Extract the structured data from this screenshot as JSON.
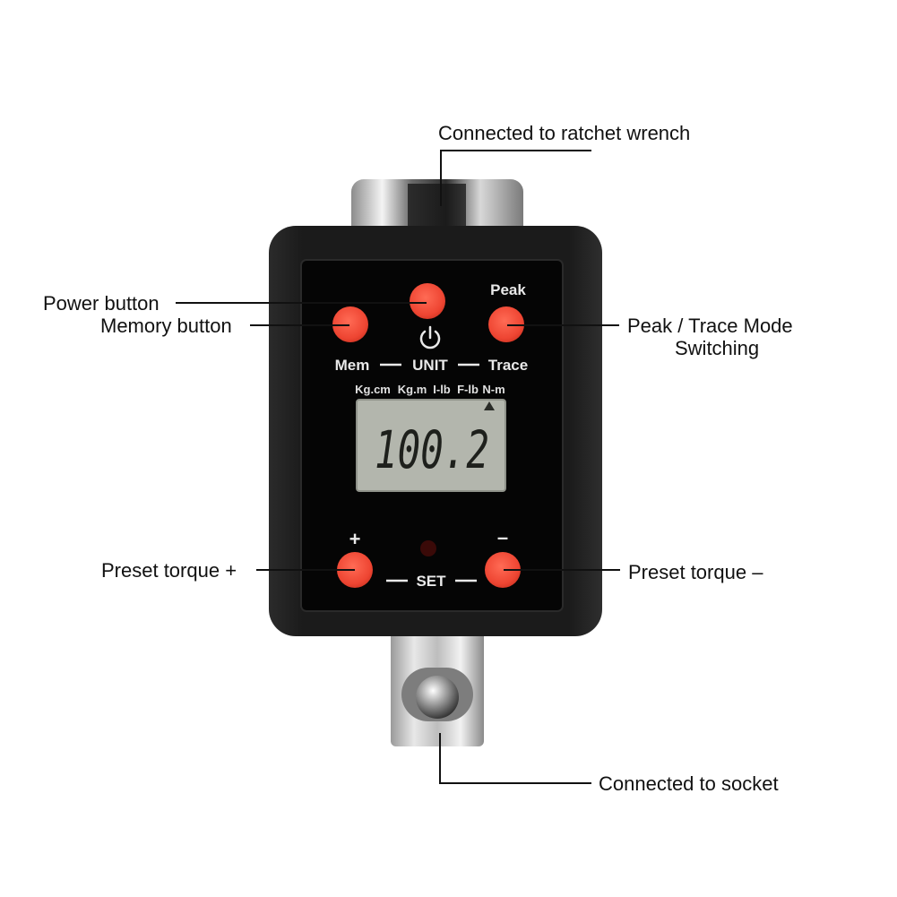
{
  "callouts": {
    "ratchet": "Connected to ratchet wrench",
    "power": "Power button",
    "memory": "Memory button",
    "peak_trace_line1": "Peak / Trace Mode",
    "peak_trace_line2": "Switching",
    "preset_plus": "Preset torque +",
    "preset_minus": "Preset torque –",
    "socket": "Connected to socket"
  },
  "panel": {
    "peak_label": "Peak",
    "mem_label": "Mem",
    "unit_label": "UNIT",
    "trace_label": "Trace",
    "units": [
      "Kg.cm",
      "Kg.m",
      "I-lb",
      "F-lb",
      "N-m"
    ],
    "display_value": "100.2",
    "plus_label": "+",
    "minus_label": "–",
    "set_label": "SET"
  },
  "colors": {
    "button": "#f04a36",
    "body": "#1a1a1a",
    "lcd": "#b3b6ad"
  }
}
